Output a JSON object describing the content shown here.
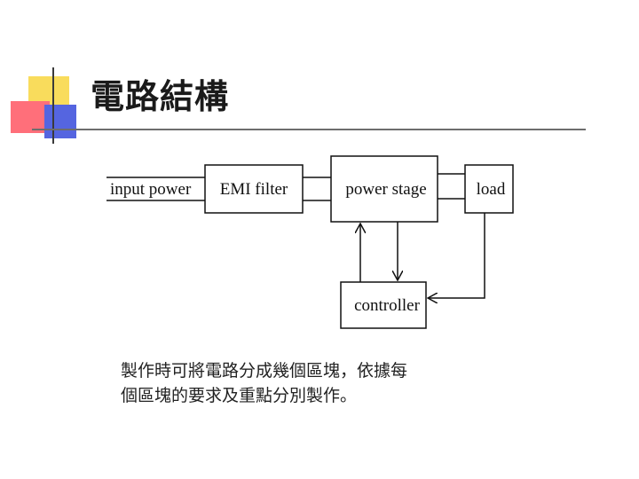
{
  "slide": {
    "title": "電路結構",
    "description_lines": [
      "製作時可將電路分成幾個區塊，依據每",
      "個區塊的要求及重點分別製作。"
    ]
  },
  "diagram": {
    "input_label": "input power",
    "blocks": {
      "emi_filter": "EMI filter",
      "power_stage": "power stage",
      "load": "load",
      "controller": "controller"
    }
  },
  "colors": {
    "deco_yellow": "#f9dc5c",
    "deco_pink": "#ff6f7a",
    "deco_blue": "#5565e0",
    "ink": "#111111"
  }
}
